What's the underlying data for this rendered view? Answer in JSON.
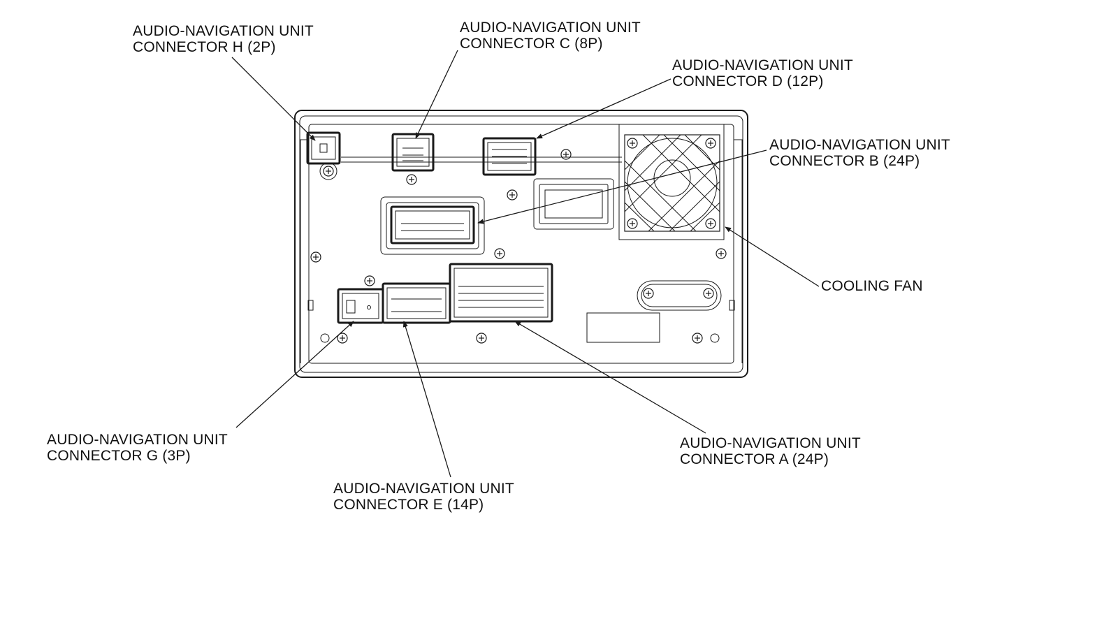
{
  "colors": {
    "line": "#1a1a1a",
    "background": "#ffffff"
  },
  "callouts": {
    "connector_h": {
      "line1": "AUDIO-NAVIGATION UNIT",
      "line2": "CONNECTOR H (2P)"
    },
    "connector_c": {
      "line1": "AUDIO-NAVIGATION UNIT",
      "line2": "CONNECTOR C (8P)"
    },
    "connector_d": {
      "line1": "AUDIO-NAVIGATION UNIT",
      "line2": "CONNECTOR D (12P)"
    },
    "connector_b": {
      "line1": "AUDIO-NAVIGATION UNIT",
      "line2": "CONNECTOR B (24P)"
    },
    "cooling_fan": {
      "line1": "COOLING FAN"
    },
    "connector_g": {
      "line1": "AUDIO-NAVIGATION UNIT",
      "line2": "CONNECTOR G (3P)"
    },
    "connector_e": {
      "line1": "AUDIO-NAVIGATION UNIT",
      "line2": "CONNECTOR E (14P)"
    },
    "connector_a": {
      "line1": "AUDIO-NAVIGATION UNIT",
      "line2": "CONNECTOR A (24P)"
    }
  }
}
